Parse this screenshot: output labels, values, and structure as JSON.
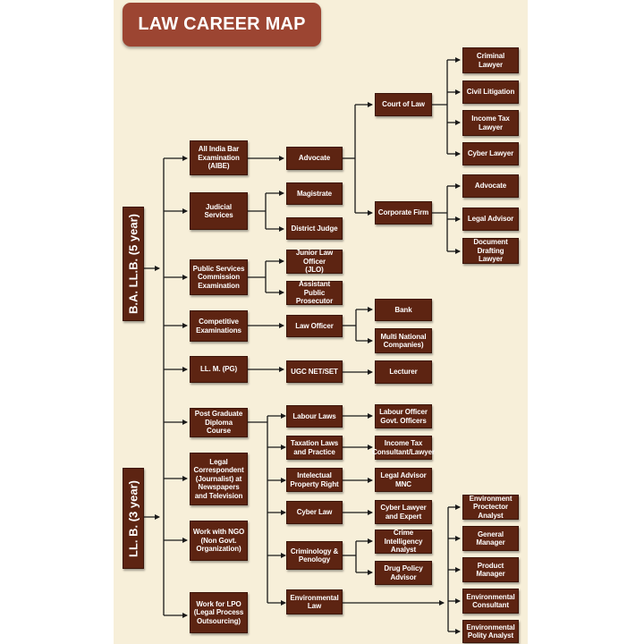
{
  "title": "LAW CAREER MAP",
  "colors": {
    "box": "#5d2412",
    "title_box": "#9c4532",
    "paper": "#f7efd9",
    "line": "#1a1a1a"
  },
  "entries": {
    "ba_llb": "B.A. LL.B. (5 year)",
    "llb": "LL. B. (3 year)"
  },
  "options": {
    "aibe": "All India Bar\nExamination\n(AIBE)",
    "judicial": "Judicial\nServices",
    "psc": "Public Services\nCommission\nExamination",
    "competitive": "Competitive\nExaminations",
    "llm": "LL. M. (PG)",
    "pgd": "Post Graduate\nDiploma Course",
    "legal_correspondent": "Legal\nCorrespondent\n(Journalist) at\nNewspapers\nand Television",
    "ngo": "Work with NGO\n(Non Govt.\nOrganization)",
    "lpo": "Work for LPO\n(Legal Process\nOutsourcing)"
  },
  "paths": {
    "advocate": "Advocate",
    "magistrate": "Magistrate",
    "district_judge": "District Judge",
    "jlo": "Junior Law Officer\n(JLO)",
    "app": "Assistant Public\nProsecutor",
    "law_officer": "Law Officer",
    "ugc": "UGC NET/SET",
    "labour_laws": "Labour Laws",
    "taxation": "Taxation Laws\nand Practice",
    "ipr": "Intelectual\nProperty Right",
    "cyber_law": "Cyber Law",
    "criminology": "Criminology &\nPenology",
    "environmental_law": "Environmental\nLaw"
  },
  "destinations": {
    "court_of_law": "Court of Law",
    "corporate_firm": "Corporate Firm",
    "bank": "Bank",
    "mnc": "Multi National\nCompanies)",
    "lecturer": "Lecturer",
    "labour_officer": "Labour Officer\nGovt. Officers",
    "income_tax_consultant": "Income Tax\nConsultant/Lawyer",
    "legal_advisor_mnc": "Legal Advisor\nMNC",
    "cyber_lawyer_expert": "Cyber Lawyer\nand Expert",
    "crime_intelligence": "Crime Intelligency\nAnalyst",
    "drug_policy": "Drug Policy\nAdvisor"
  },
  "careers": {
    "criminal_lawyer": "Criminal\nLawyer",
    "civil_litigation": "Civil Litigation",
    "income_tax_lawyer": "Income Tax\nLawyer",
    "cyber_lawyer": "Cyber Lawyer",
    "corp_advocate": "Advocate",
    "legal_advisor": "Legal Advisor",
    "document_drafting": "Document\nDrafting Lawyer",
    "env_protector": "Environment\nProctector Analyst",
    "general_manager": "General\nManager",
    "product_manager": "Product\nManager",
    "env_consultant": "Environmental\nConsultant",
    "env_policy": "Environmental\nPolity Analyst"
  }
}
